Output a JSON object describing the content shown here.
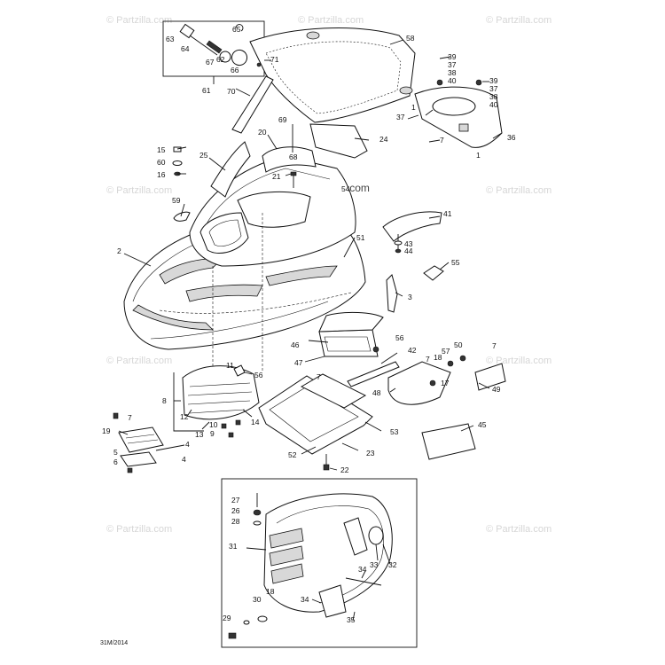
{
  "watermarks": [
    "© Partzilla.com",
    "© Partzilla.com",
    "© Partzilla.com",
    "© Partzilla.com",
    "© Partzilla.com",
    "© Partzilla.com",
    "© Partzilla.com",
    "© Partzilla.com",
    "© Partzilla.com"
  ],
  "center_watermark": "© Partzilla.com",
  "drawing_ref": "31M/2014",
  "callouts": [
    "1",
    "1",
    "2",
    "3",
    "4",
    "4",
    "5",
    "6",
    "7",
    "7",
    "7",
    "7",
    "7",
    "8",
    "9",
    "10",
    "11",
    "12",
    "13",
    "14",
    "15",
    "16",
    "17",
    "18",
    "18",
    "19",
    "20",
    "21",
    "22",
    "23",
    "24",
    "25",
    "26",
    "27",
    "28",
    "29",
    "30",
    "31",
    "32",
    "33",
    "34",
    "34",
    "35",
    "36",
    "37",
    "37",
    "37",
    "38",
    "38",
    "39",
    "39",
    "40",
    "40",
    "41",
    "42",
    "43",
    "44",
    "45",
    "46",
    "47",
    "48",
    "49",
    "50",
    "51",
    "52",
    "53",
    "54",
    "55",
    "56",
    "56",
    "57",
    "58",
    "59",
    "60",
    "61",
    "62",
    "63",
    "64",
    "65",
    "66",
    "67",
    "68",
    "69",
    "70",
    "71"
  ]
}
